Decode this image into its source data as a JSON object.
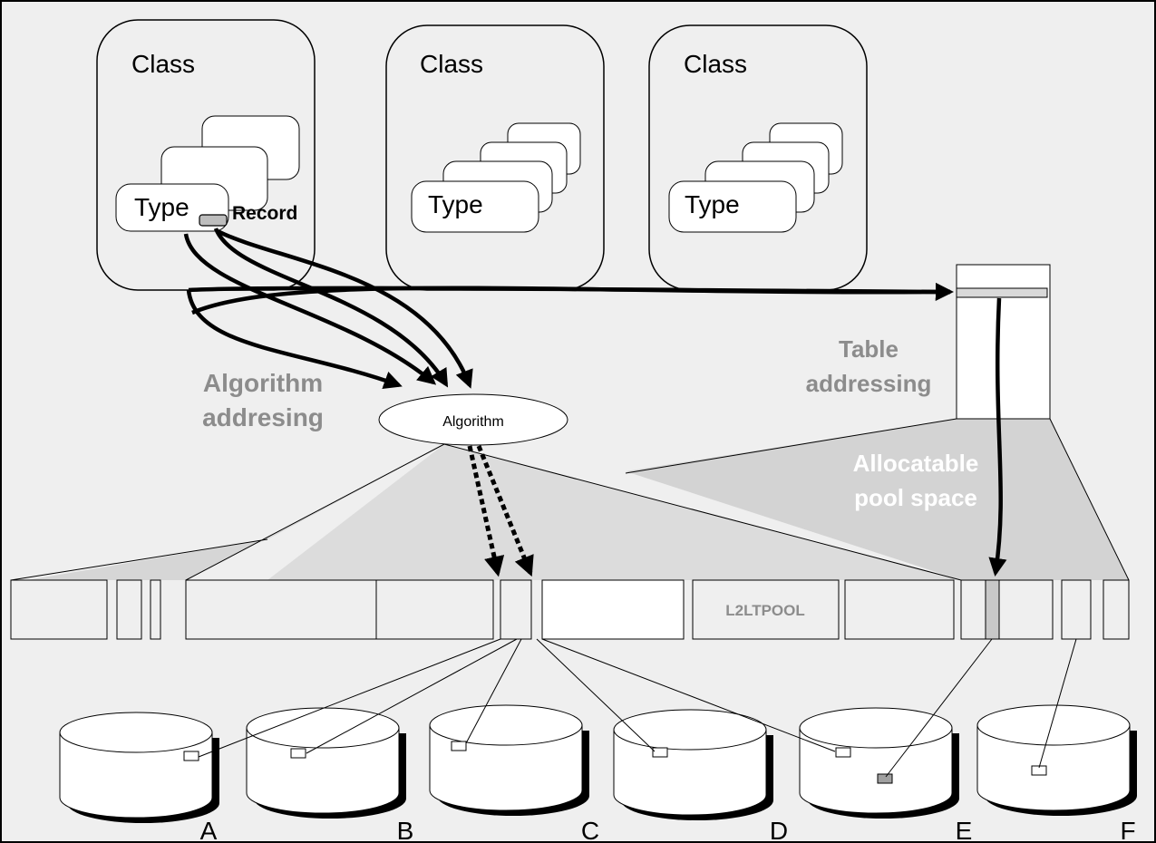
{
  "classes": [
    {
      "label": "Class",
      "type_label": "Type",
      "record_label": "Record"
    },
    {
      "label": "Class",
      "type_label": "Type"
    },
    {
      "label": "Class",
      "type_label": "Type"
    }
  ],
  "algorithm": {
    "label": "Algorithm"
  },
  "labels": {
    "algorithm_addressing_line1": "Algorithm",
    "algorithm_addressing_line2": "addresing",
    "table_addressing_line1": "Table",
    "table_addressing_line2": "addressing",
    "pool_space_line1": "Allocatable",
    "pool_space_line2": "pool space"
  },
  "pool": {
    "label": "L2LTPOOL"
  },
  "disks": [
    "A",
    "B",
    "C",
    "D",
    "E",
    "F"
  ],
  "colors": {
    "background": "#efefef",
    "pool_fill": "#d9d9d9",
    "gray_text": "#8c8c8c",
    "record_fill": "#bdbdbd",
    "ink": "#000000"
  }
}
